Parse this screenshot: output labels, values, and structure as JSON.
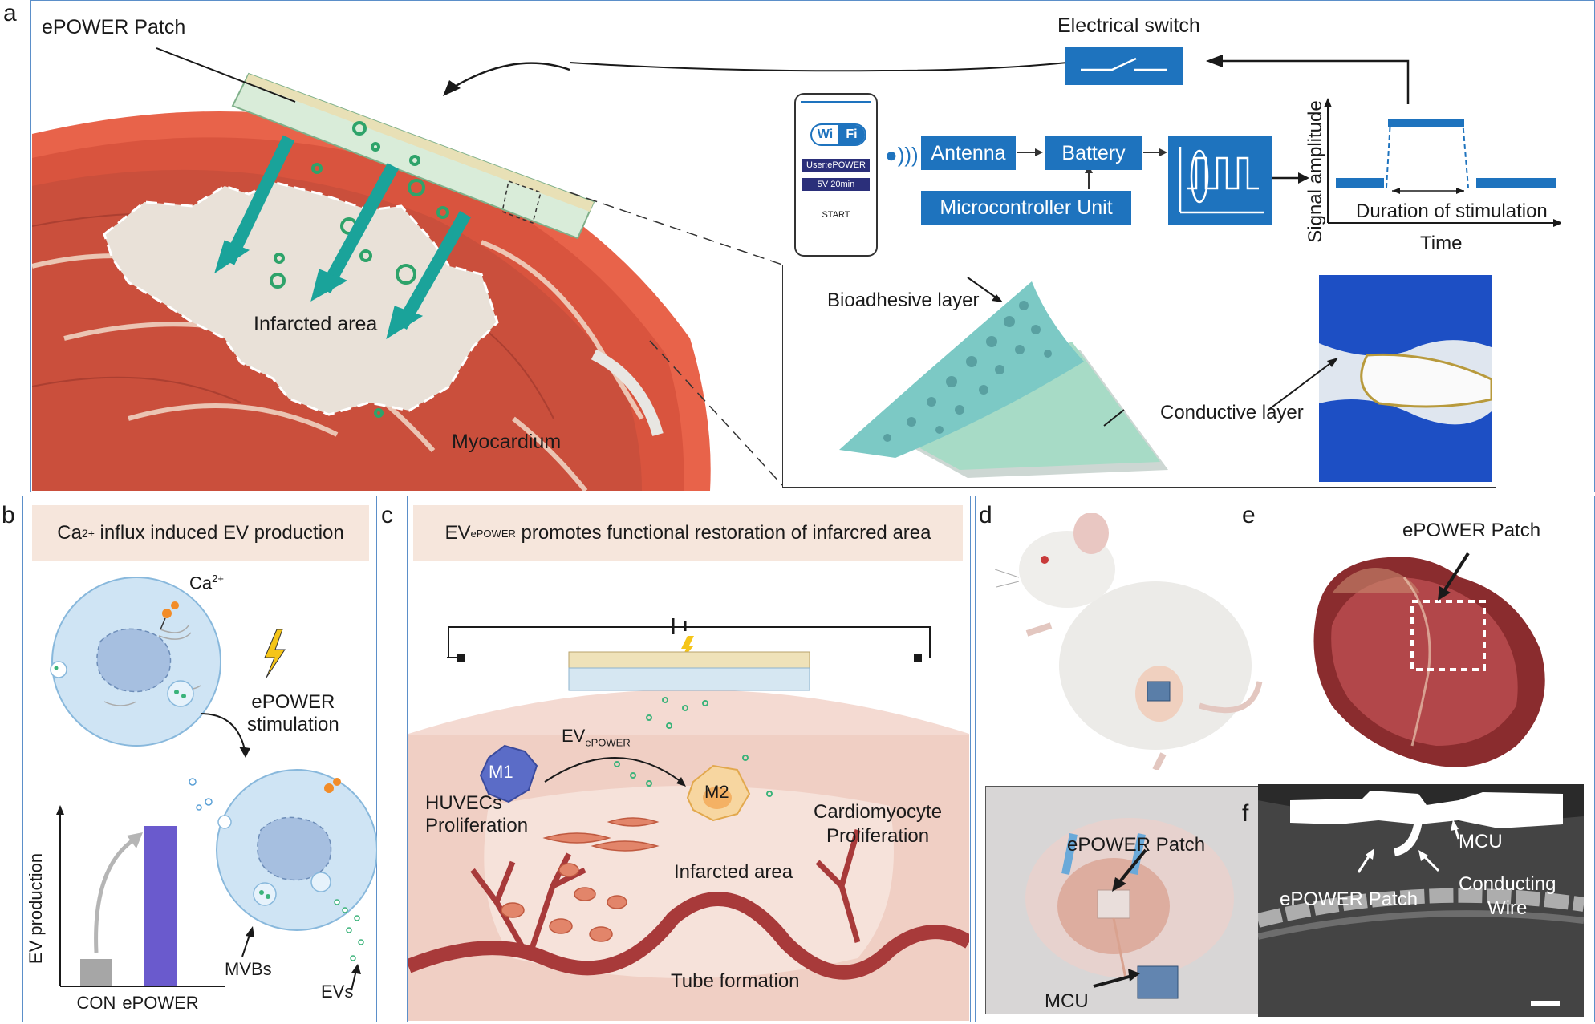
{
  "panel_labels": {
    "a": "a",
    "b": "b",
    "c": "c",
    "d": "d",
    "e": "e",
    "f": "f"
  },
  "a": {
    "patch_label": "ePOWER Patch",
    "infarct_label": "Infarcted area",
    "myocardium_label": "Myocardium",
    "switch_label": "Electrical switch",
    "phone": {
      "wifi_left": "Wi",
      "wifi_right": "Fi",
      "user": "User:ePOWER",
      "setting": "5V 20min",
      "start": "START"
    },
    "antenna": "Antenna",
    "battery": "Battery",
    "mcu": "Microcontroller Unit",
    "signal_ylabel": "Signal amplitude",
    "signal_xlabel": "Time",
    "duration": "Duration of stimulation",
    "bioadhesive": "Bioadhesive layer",
    "conductive": "Conductive layer"
  },
  "b": {
    "title_pre": "Ca",
    "title_sup": "2+",
    "title_post": " influx induced EV production",
    "ca_pre": "Ca",
    "ca_sup": "2+",
    "stim_line1": "ePOWER",
    "stim_line2": "stimulation",
    "mvbs": "MVBs",
    "evs": "EVs",
    "ylabel": "EV production"
  },
  "chart_data": {
    "type": "bar",
    "categories": [
      "CON",
      "ePOWER"
    ],
    "values": [
      0.17,
      1.0
    ],
    "ylabel": "EV production",
    "colors": [
      "#a6a6a6",
      "#6a5acd"
    ]
  },
  "c": {
    "title_ev": "EV",
    "title_sub": "ePOWER",
    "title_rest": " promotes functional restoration of infarcred area",
    "m1": "M1",
    "m2": "M2",
    "ev": "EV",
    "ev_sub": "ePOWER",
    "huvec1": "HUVECs",
    "huvec2": "Proliferation",
    "cardio1": "Cardiomyocyte",
    "cardio2": "Proliferation",
    "infarct": "Infarcted area",
    "tube": "Tube formation"
  },
  "d": {
    "patch": "ePOWER Patch",
    "mcu": "MCU"
  },
  "e": {
    "patch": "ePOWER Patch"
  },
  "f": {
    "mcu": "MCU",
    "patch": "ePOWER Patch",
    "wire1": "Conducting",
    "wire2": "Wire"
  }
}
